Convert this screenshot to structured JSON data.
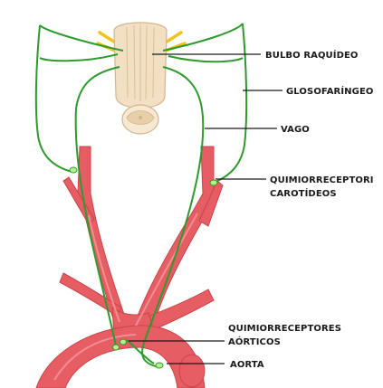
{
  "labels": {
    "bulbo": "BULBO RAQUÍDEO",
    "glosofaringeo": "GLOSOFARÍNGEO",
    "vago": "VAGO",
    "carotideos_line1": "QUIMIORRECEPTORI",
    "carotideos_line2": "CAROTÍDEOS",
    "aorticos_line1": "QUIMIORRECEPTORES",
    "aorticos_line2": "AÓRTICOS",
    "aorta": "AORTA"
  },
  "colors": {
    "artery": "#e65e63",
    "artery_dark": "#c8454b",
    "nerve": "#2e9a2e",
    "receptor": "#b6f08a",
    "medulla": "#f3dfc3",
    "medulla_edge": "#cfb690",
    "nerve_root": "#f2c21c"
  }
}
